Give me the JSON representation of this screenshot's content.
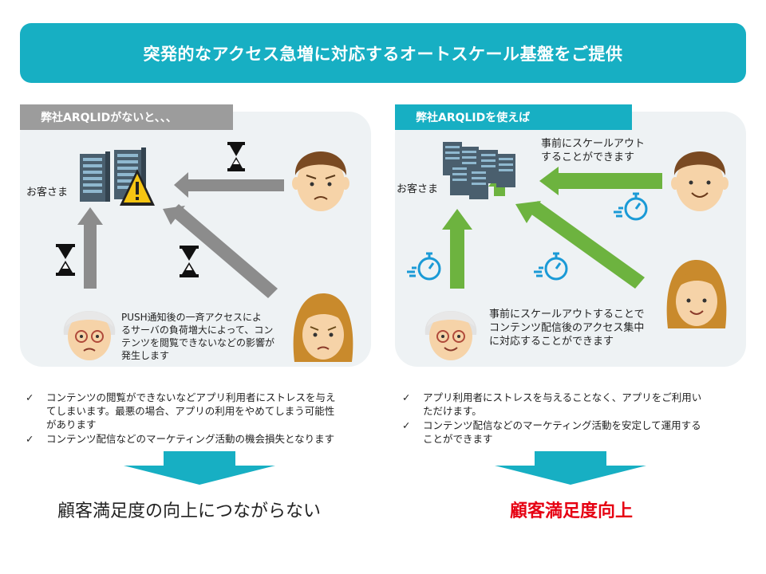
{
  "banner": {
    "title": "突発的なアクセス急増に対応するオートスケール基盤をご提供"
  },
  "left": {
    "tag": "弊社ARQLIDがないと、、、",
    "customer_label": "お客さま",
    "caption": [
      "PUSH通知後の一斉アクセスによ",
      "るサーバの負荷増大によって、コン",
      "テンツを閲覧できないなどの影響が",
      "発生します"
    ],
    "bullets": [
      [
        "コンテンツの閲覧ができないなどアプリ利用者にストレスを与え",
        "てしまいます。最悪の場合、アプリの利用をやめてしまう可能性",
        "があります"
      ],
      [
        "コンテンツ配信などのマーケティング活動の機会損失となります"
      ]
    ],
    "result": "顧客満足度の向上につながらない"
  },
  "right": {
    "tag": "弊社ARQLIDを使えば",
    "customer_label": "お客さま",
    "top_note": [
      "事前にスケールアウト",
      "することができます"
    ],
    "caption": [
      "事前にスケールアウトすることで",
      "コンテンツ配信後のアクセス集中",
      "に対応することができます"
    ],
    "bullets": [
      [
        "アプリ利用者にストレスを与えることなく、アプリをご利用い",
        "ただけます。"
      ],
      [
        "コンテンツ配信などのマーケティング活動を安定して運用する",
        "ことができます"
      ]
    ],
    "result": "顧客満足度向上"
  },
  "colors": {
    "teal": "#17afc3",
    "gray_arrow": "#8c8c8c",
    "green_arrow": "#6db33f",
    "alert_red": "#e60012",
    "stopwatch_blue": "#1a9ad6"
  }
}
